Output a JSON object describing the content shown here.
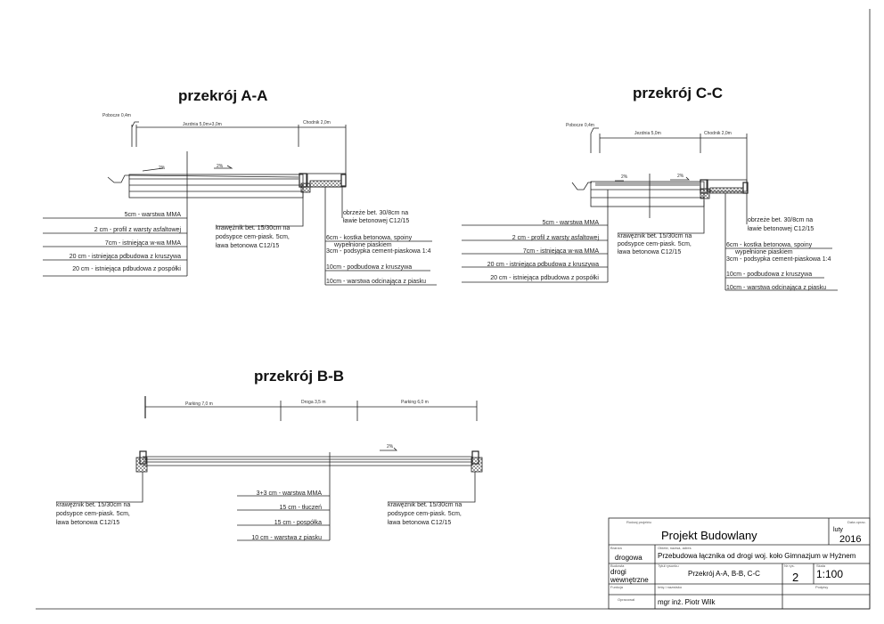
{
  "sections": {
    "aa": {
      "title": "przekrój A-A",
      "dims": {
        "pobocze": "Pobocze 0,4m",
        "jezdnia": "Jezdnia 5,0m+3,0m",
        "chodnik": "Chodnik 2,0m"
      },
      "slope_left": "2%",
      "slope_right": "2%",
      "layers": [
        "5cm - warstwa MMA",
        "2 cm - profil z warsty asfaltowej",
        "7cm - istniejąca w-wa MMA",
        "20 cm - istniejąca pdbudowa z kruszywa",
        "20 cm - istniejąca pdbudowa z pospółki"
      ],
      "curb": [
        "krawężnik bet. 15/30cm na",
        "podsypce cem-piask. 5cm,",
        "ława betonowa C12/15"
      ],
      "edge": [
        "obrzeże bet. 30/8cm na",
        "ławie betonowej C12/15"
      ],
      "sidewalk": [
        "6cm - kostka betonowa, spoiny",
        "wypełnione piaskiem",
        "3cm - podsypka cement-piaskowa 1:4",
        "10cm - podbudowa z kruszywa",
        "10cm - warstwa odcinająca z piasku"
      ]
    },
    "cc": {
      "title": "przekrój C-C",
      "dims": {
        "pobocze": "Pobocze 0,4m",
        "jezdnia": "Jezdnia 5,0m",
        "chodnik": "Chodnik 2,0m"
      },
      "slope_left": "2%",
      "slope_right": "2%",
      "layers": [
        "5cm - warstwa MMA",
        "2 cm - profil z warsty asfaltowej",
        "7cm - istniejąca w-wa MMA",
        "20 cm - istniejąca pdbudowa z kruszywa",
        "20 cm - istniejąca pdbudowa z pospółki"
      ],
      "curb": [
        "krawężnik bet. 15/30cm na",
        "podsypce cem-piask. 5cm,",
        "ława betonowa C12/15"
      ],
      "edge": [
        "obrzeże bet. 30/8cm na",
        "ławie betonowej C12/15"
      ],
      "sidewalk": [
        "6cm - kostka betonowa, spoiny",
        "wypełnione piaskiem",
        "3cm - podsypka cement-piaskowa 1:4",
        "10cm - podbudowa z kruszywa",
        "10cm - warstwa odcinająca z piasku"
      ]
    },
    "bb": {
      "title": "przekrój B-B",
      "dims": {
        "parking_left": "Parking 7,0 m",
        "droga": "Droga 3,5 m",
        "parking_right": "Parking 6,0 m"
      },
      "slope": "2%",
      "layers": [
        "3+3 cm - warstwa MMA",
        "15 cm - tłuczeń",
        "15 cm - pospółka",
        "10 cm - warstwa z piasku"
      ],
      "curb_left": [
        "krawężnik bet. 15/30cm na",
        "podsypce cem-piask. 5cm,",
        "ława betonowa C12/15"
      ],
      "curb_right": [
        "krawężnik bet. 15/30cm na",
        "podsypce cem-piask. 5cm,",
        "ława betonowa C12/15"
      ]
    }
  },
  "title_block": {
    "project_type_label": "Rodzaj projektu",
    "project_type": "Projekt Budowlany",
    "date_label": "Data oprac.",
    "date_month": "luty",
    "date_year": "2016",
    "branch_label": "Branża",
    "branch": "drogowa",
    "object_label": "Obiekt, nazwa, adres",
    "object": "Przebudowa łącznika od drogi woj. koło Gimnazjum w Hyżnem",
    "building_label": "Budowla",
    "building_1": "drogi",
    "building_2": "wewnętrzne",
    "drawing_title_label": "Tytuł rysunku",
    "drawing_title": "Przekrój A-A, B-B, C-C",
    "number_label": "Nr rys.",
    "number": "2",
    "scale_label": "Skala",
    "scale": "1:100",
    "function_label": "Funkcja",
    "name_label": "Imię i nazwisko",
    "signatures_label": "Podpisy",
    "author_label": "Opracował",
    "author": "mgr inż. Piotr Wilk"
  }
}
